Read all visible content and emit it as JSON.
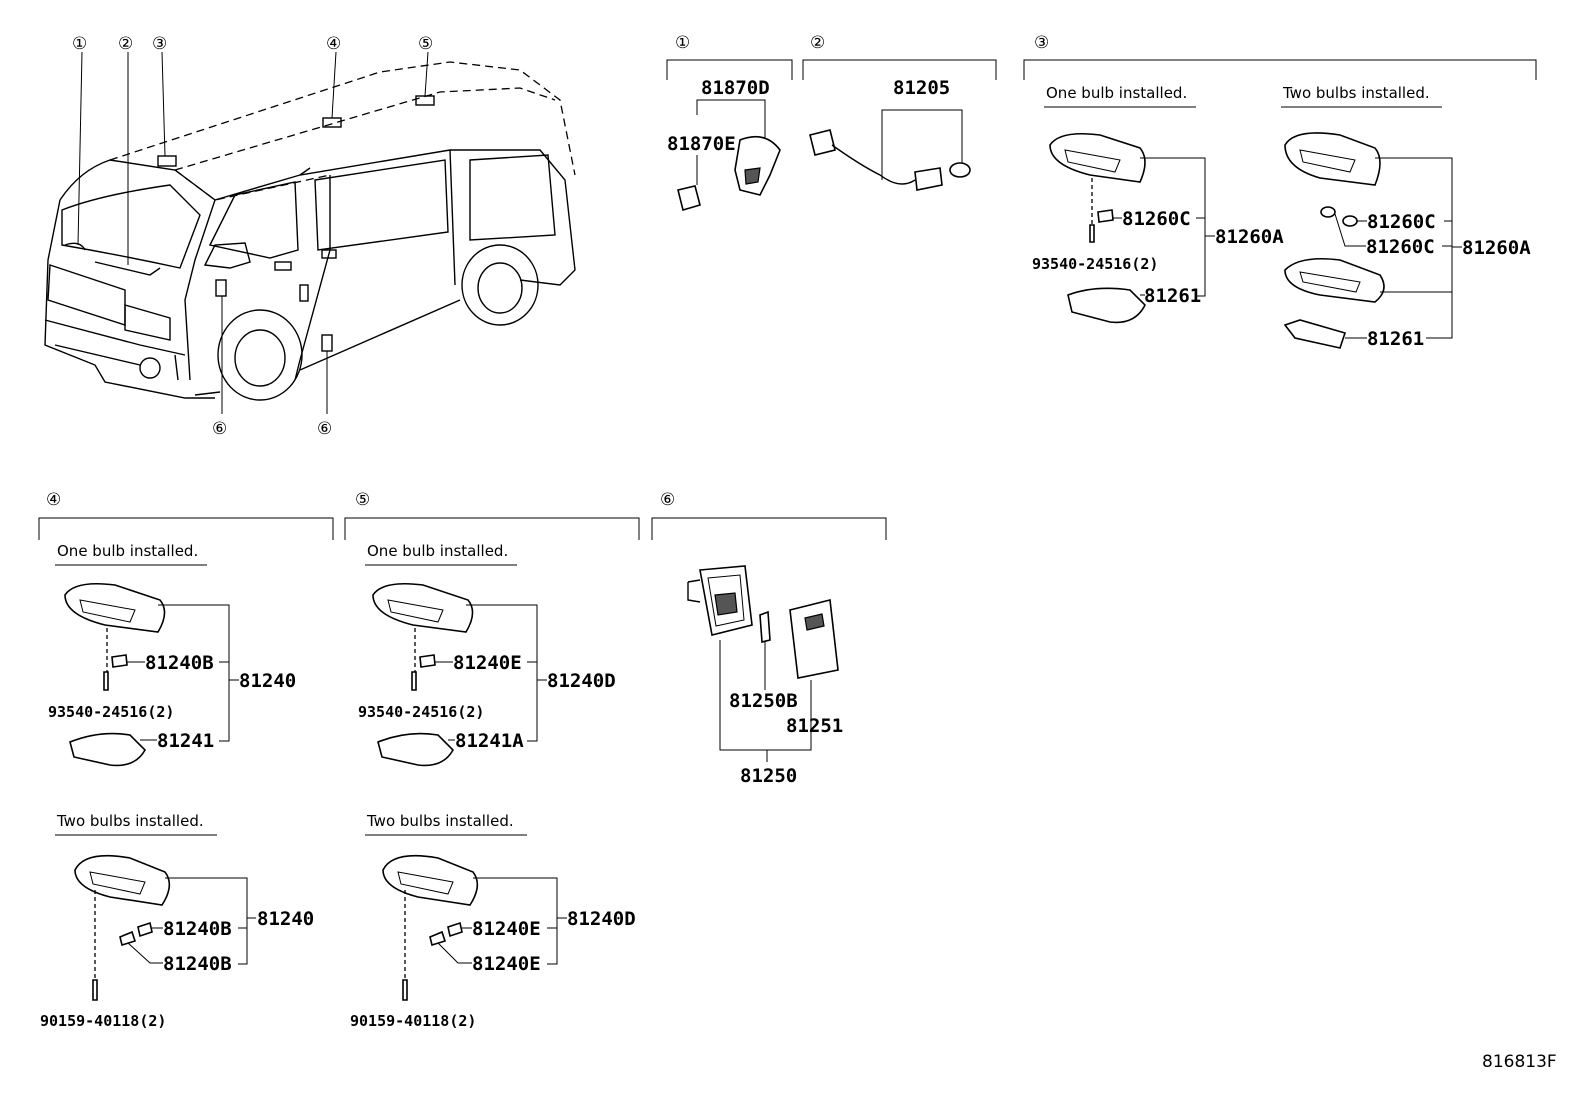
{
  "callouts": [
    "①",
    "②",
    "③",
    "④",
    "⑤",
    "⑥"
  ],
  "van_markers": {
    "m1": "①",
    "m2": "②",
    "m3": "③",
    "m4": "④",
    "m5": "⑤",
    "m6a": "⑥",
    "m6b": "⑥"
  },
  "notes": {
    "one_bulb": "One bulb installed.",
    "two_bulbs": "Two bulbs installed."
  },
  "section1": {
    "p1": "81870D",
    "p2": "81870E"
  },
  "section2": {
    "p1": "81205"
  },
  "section3": {
    "one": {
      "bulb": "81260C",
      "lamp": "81260A",
      "screw": "93540-24516(2)",
      "lens": "81261"
    },
    "two": {
      "bulb1": "81260C",
      "bulb2": "81260C",
      "lamp": "81260A",
      "lens": "81261"
    }
  },
  "section4": {
    "one": {
      "bulb": "81240B",
      "lamp": "81240",
      "screw": "93540-24516(2)",
      "lens": "81241"
    },
    "two": {
      "bulb1": "81240B",
      "bulb2": "81240B",
      "lamp": "81240",
      "screw": "90159-40118(2)"
    }
  },
  "section5": {
    "one": {
      "bulb": "81240E",
      "lamp": "81240D",
      "screw": "93540-24516(2)",
      "lens": "81241A"
    },
    "two": {
      "bulb1": "81240E",
      "bulb2": "81240E",
      "lamp": "81240D",
      "screw": "90159-40118(2)"
    }
  },
  "section6": {
    "bulb": "81250B",
    "cover": "81251",
    "lamp": "81250"
  },
  "figure_code": "816813F"
}
